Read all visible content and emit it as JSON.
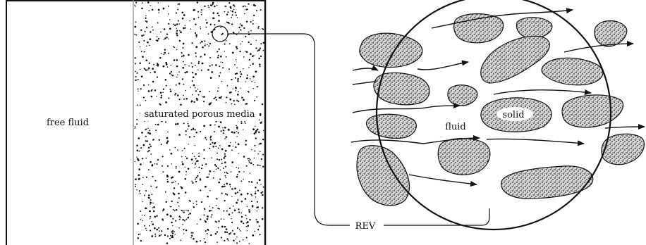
{
  "labels": {
    "free_fluid": "free fluid",
    "porous_media": "saturated porous media",
    "fluid": "fluid",
    "solid": "solid",
    "rev": "REV"
  },
  "colors": {
    "ink": "#111111",
    "stipple": "#222222",
    "background": "#ffffff"
  }
}
